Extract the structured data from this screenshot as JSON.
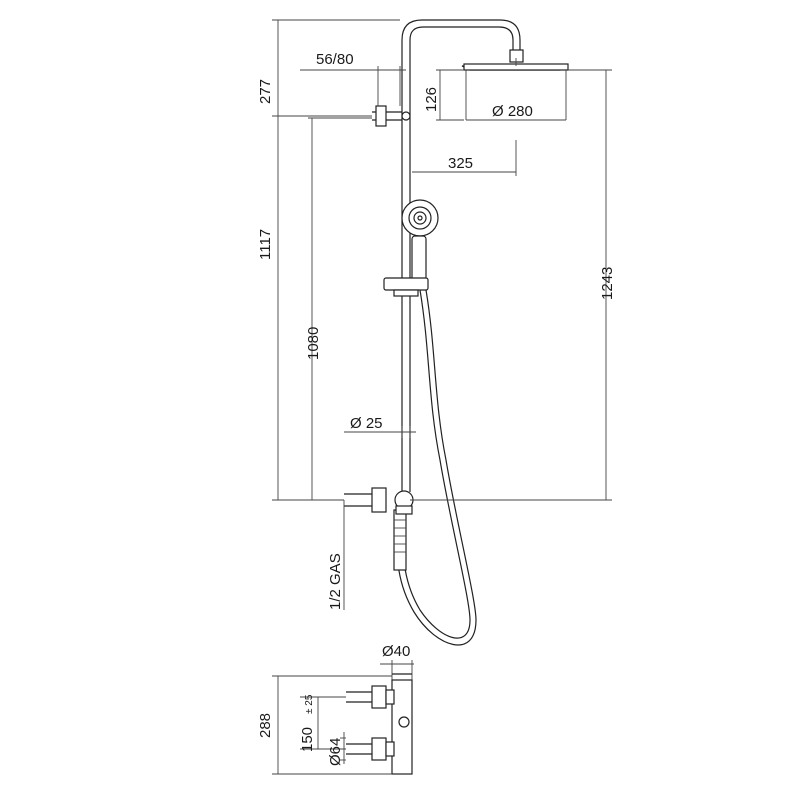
{
  "dimensions": {
    "arm_offset": "56/80",
    "top_to_outlet": "277",
    "head_height": "126",
    "head_diameter": "Ø 280",
    "arm_reach": "325",
    "column_height": "1117",
    "bar_height": "1080",
    "total_height": "1243",
    "tube_diameter": "Ø 25",
    "connection": "1/2 GAS",
    "mixer_diameter": "Ø40",
    "mixer_height": "288",
    "center_distance": "150",
    "center_tolerance": "± 25",
    "inlet_diameter": "Ø64"
  }
}
